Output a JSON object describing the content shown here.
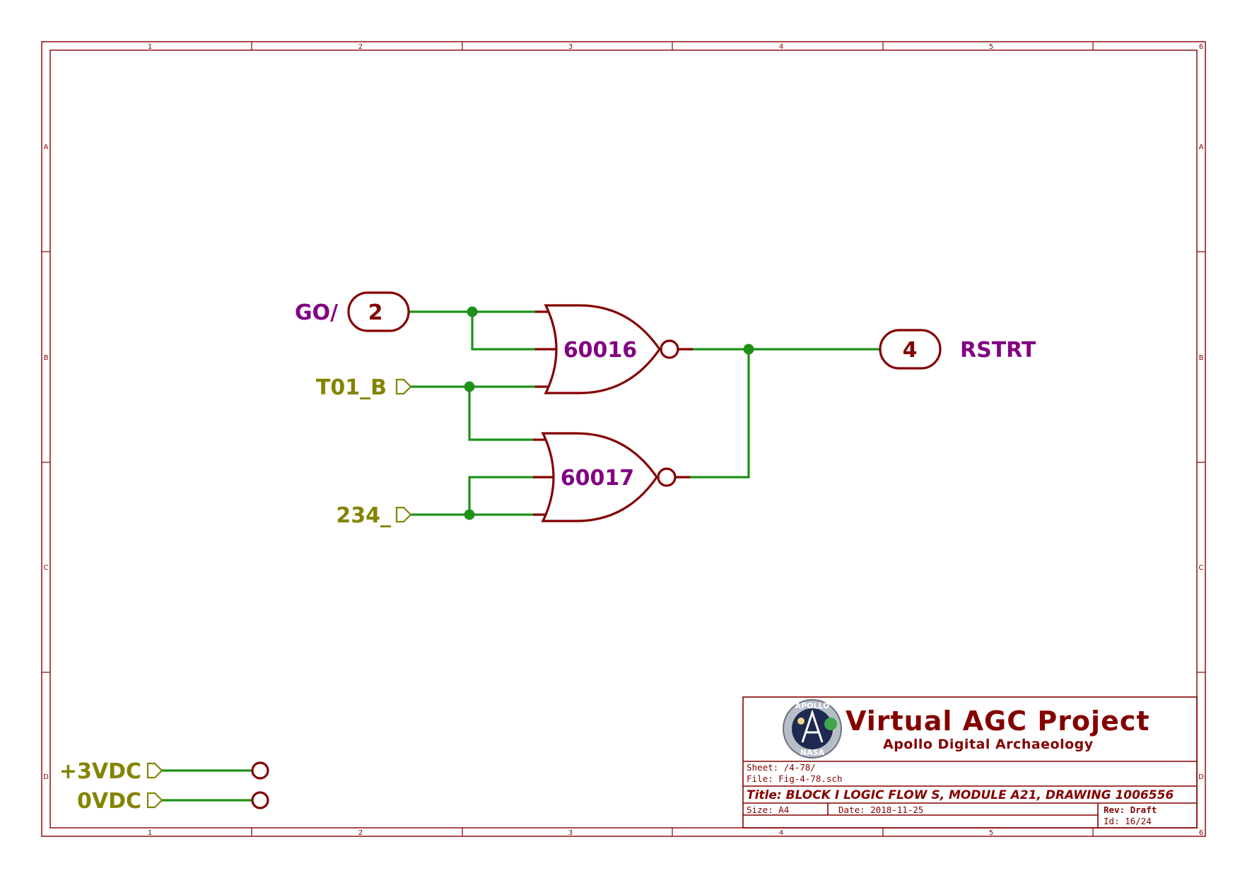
{
  "sheet": {
    "column_labels": [
      "1",
      "2",
      "3",
      "4",
      "5",
      "6"
    ],
    "row_labels": [
      "A",
      "B",
      "C",
      "D"
    ]
  },
  "gates": [
    {
      "ref": "60016",
      "type": "NOR"
    },
    {
      "ref": "60017",
      "type": "NOR"
    }
  ],
  "ports": {
    "in_number": "2",
    "in_label": "GO/",
    "out_number": "4",
    "out_label": "RSTRT"
  },
  "inputs": [
    "T01_B",
    "234_"
  ],
  "power": [
    "+3VDC",
    "0VDC"
  ],
  "title_block": {
    "project": "Virtual AGC Project",
    "subtitle": "Apollo Digital Archaeology",
    "logo_top": "APOLLO",
    "logo_bottom": "NASA",
    "sheet": "Sheet: /4-78/",
    "file": "File: Fig-4-78.sch",
    "title": "Title: BLOCK I LOGIC FLOW S, MODULE A21, DRAWING 1006556",
    "size": "Size: A4",
    "date": "Date: 2018-11-25",
    "rev": "Rev: Draft",
    "id": "Id: 16/24"
  },
  "colors": {
    "border": "#840000",
    "wire": "#1f9118",
    "label": "#820082",
    "global_label": "#848400"
  }
}
